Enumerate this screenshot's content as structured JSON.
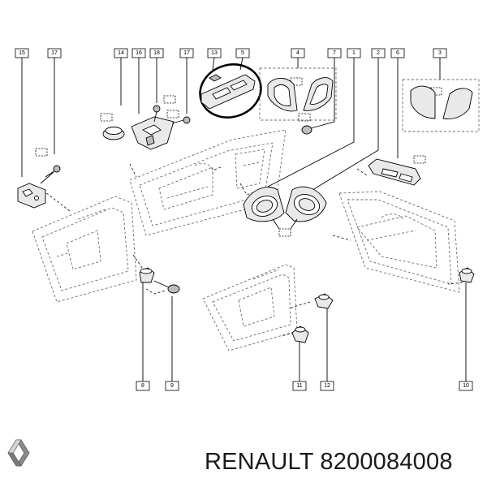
{
  "callouts": [
    {
      "id": "c15",
      "label": "15"
    },
    {
      "id": "c17a",
      "label": "17"
    },
    {
      "id": "c14",
      "label": "14"
    },
    {
      "id": "c16",
      "label": "16"
    },
    {
      "id": "c18",
      "label": "18"
    },
    {
      "id": "c17b",
      "label": "17"
    },
    {
      "id": "c13",
      "label": "13"
    },
    {
      "id": "c5",
      "label": "5"
    },
    {
      "id": "c4",
      "label": "4"
    },
    {
      "id": "c7",
      "label": "7"
    },
    {
      "id": "c1",
      "label": "1"
    },
    {
      "id": "c2",
      "label": "2"
    },
    {
      "id": "c6",
      "label": "6"
    },
    {
      "id": "c3",
      "label": "3"
    },
    {
      "id": "c8",
      "label": "8"
    },
    {
      "id": "c9",
      "label": "9"
    },
    {
      "id": "c11",
      "label": "11"
    },
    {
      "id": "c12",
      "label": "12"
    },
    {
      "id": "c10",
      "label": "10"
    }
  ],
  "brand": {
    "name": "RENAULT",
    "part_number": "8200084008",
    "logo_icon": "renault-diamond-logo"
  },
  "colors": {
    "line": "#000000",
    "dashed": "#6a6a6a",
    "part_fill": "#e9e9e9",
    "text": "#1a1a1a"
  }
}
